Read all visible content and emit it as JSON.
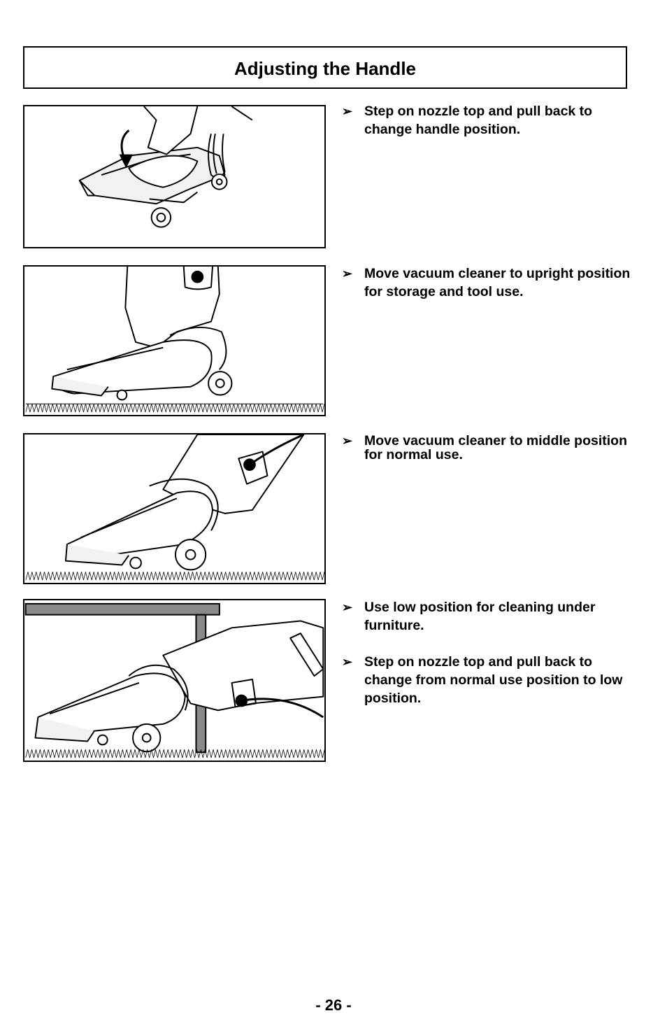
{
  "page": {
    "title": "Adjusting the Handle",
    "page_number": "- 26 -"
  },
  "steps": [
    {
      "arrow": "➢",
      "text": "Step on nozzle top and pull back to change handle position."
    },
    {
      "arrow": "➢",
      "text": "Move vacuum cleaner to upright position for storage and tool use."
    },
    {
      "arrow": "➢",
      "text": "Move vacuum cleaner to middle position for normal use."
    },
    {
      "arrow": "➢",
      "text": "Use low position for cleaning under furniture."
    },
    {
      "arrow": "➢",
      "text": "Step on nozzle top and pull back to change from normal use position to low position."
    }
  ]
}
